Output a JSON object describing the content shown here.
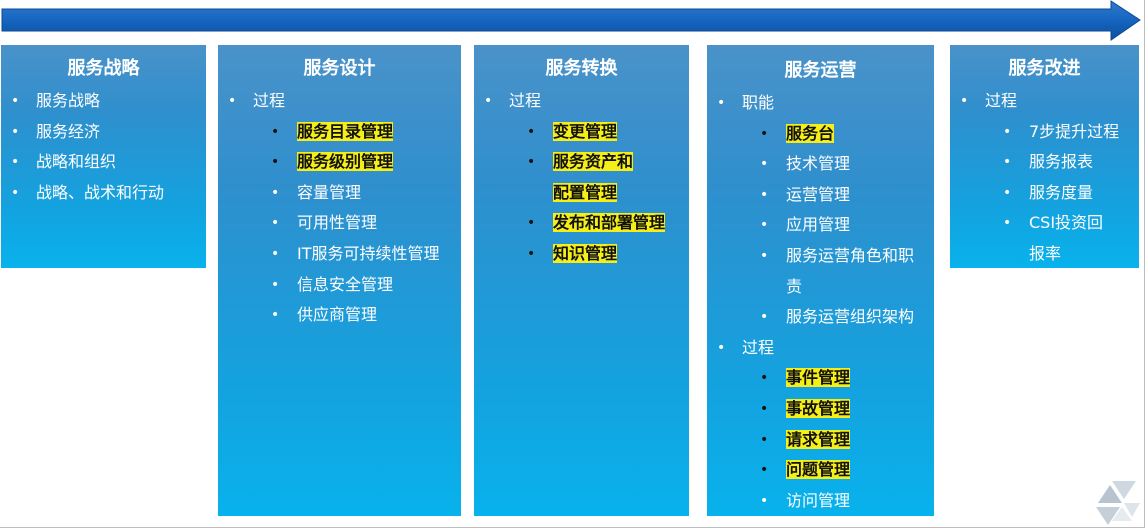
{
  "columns": [
    {
      "title": "服务战略",
      "items": [
        "服务战略",
        "服务经济",
        "战略和组织",
        "战略、战术和行动"
      ]
    },
    {
      "title": "服务设计",
      "group_label": "过程",
      "subitems": [
        {
          "text": "服务目录管理",
          "highlight": true
        },
        {
          "text": "服务级别管理",
          "highlight": true
        },
        {
          "text": "容量管理",
          "highlight": false
        },
        {
          "text": "可用性管理",
          "highlight": false
        },
        {
          "text": "IT服务可持续性管理",
          "highlight": false
        },
        {
          "text": "信息安全管理",
          "highlight": false
        },
        {
          "text": "供应商管理",
          "highlight": false
        }
      ]
    },
    {
      "title": "服务转换",
      "group_label": "过程",
      "subitems": [
        {
          "text": "变更管理",
          "highlight": true
        },
        {
          "text": "服务资产和配置管理",
          "highlight": true
        },
        {
          "text": "发布和部署管理",
          "highlight": true
        },
        {
          "text": "知识管理",
          "highlight": true
        }
      ]
    },
    {
      "title": "服务运营",
      "groups": [
        {
          "label": "职能",
          "subitems": [
            {
              "text": "服务台",
              "highlight": true
            },
            {
              "text": "技术管理",
              "highlight": false
            },
            {
              "text": "运营管理",
              "highlight": false
            },
            {
              "text": "应用管理",
              "highlight": false
            },
            {
              "text": "服务运营角色和职责",
              "highlight": false
            },
            {
              "text": "服务运营组织架构",
              "highlight": false
            }
          ]
        },
        {
          "label": "过程",
          "subitems": [
            {
              "text": "事件管理",
              "highlight": true
            },
            {
              "text": "事故管理",
              "highlight": true
            },
            {
              "text": "请求管理",
              "highlight": true
            },
            {
              "text": "问题管理",
              "highlight": true
            },
            {
              "text": "访问管理",
              "highlight": false
            }
          ]
        }
      ]
    },
    {
      "title": "服务改进",
      "group_label": "过程",
      "subitems": [
        {
          "text": "7步提升过程",
          "highlight": false
        },
        {
          "text": "服务报表",
          "highlight": false
        },
        {
          "text": "服务度量",
          "highlight": false
        },
        {
          "text": "CSI投资回报率",
          "highlight": false
        }
      ]
    }
  ],
  "colors": {
    "arrow": "#1565c0",
    "column_top": "#4a92c9",
    "column_bottom": "#08b2ec",
    "highlight": "#f5ee17"
  }
}
